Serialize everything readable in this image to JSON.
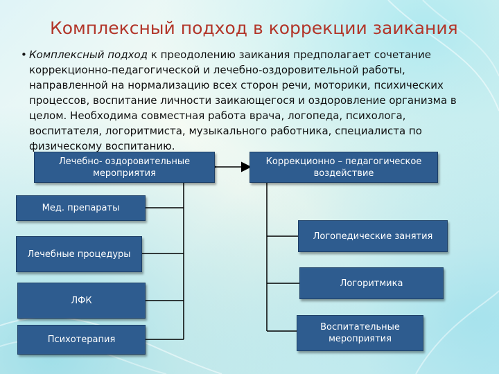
{
  "title": "Комплексный подход в коррекции заикания",
  "intro": {
    "bullet": "•",
    "lead": "Комплексный подход",
    "text": " к преодолению заикания предполагает сочетание коррекционно-педагогической и лечебно-оздоровительной работы, направленной на нормализацию всех сторон речи, моторики, психических процессов, воспитание личности заикающегося и оздоровление организма в целом. Необходима совместная работа врача, логопеда, психолога, воспитателя, логоритмиста, музыкального работника, специалиста по физическому воспитанию."
  },
  "diagram": {
    "left_header": "Лечебно- оздоровительные мероприятия",
    "right_header": "Коррекционно – педагогическое воздействие",
    "left_items": [
      "Мед. препараты",
      "Лечебные процедуры",
      "ЛФК",
      "Психотерапия"
    ],
    "right_items": [
      "Логопедические занятия",
      "Логоритмика",
      "Воспитательные мероприятия"
    ]
  },
  "colors": {
    "title": "#b2362a",
    "box_fill": "#2e5c8f",
    "box_text": "#ffffff",
    "connector": "#000000"
  }
}
